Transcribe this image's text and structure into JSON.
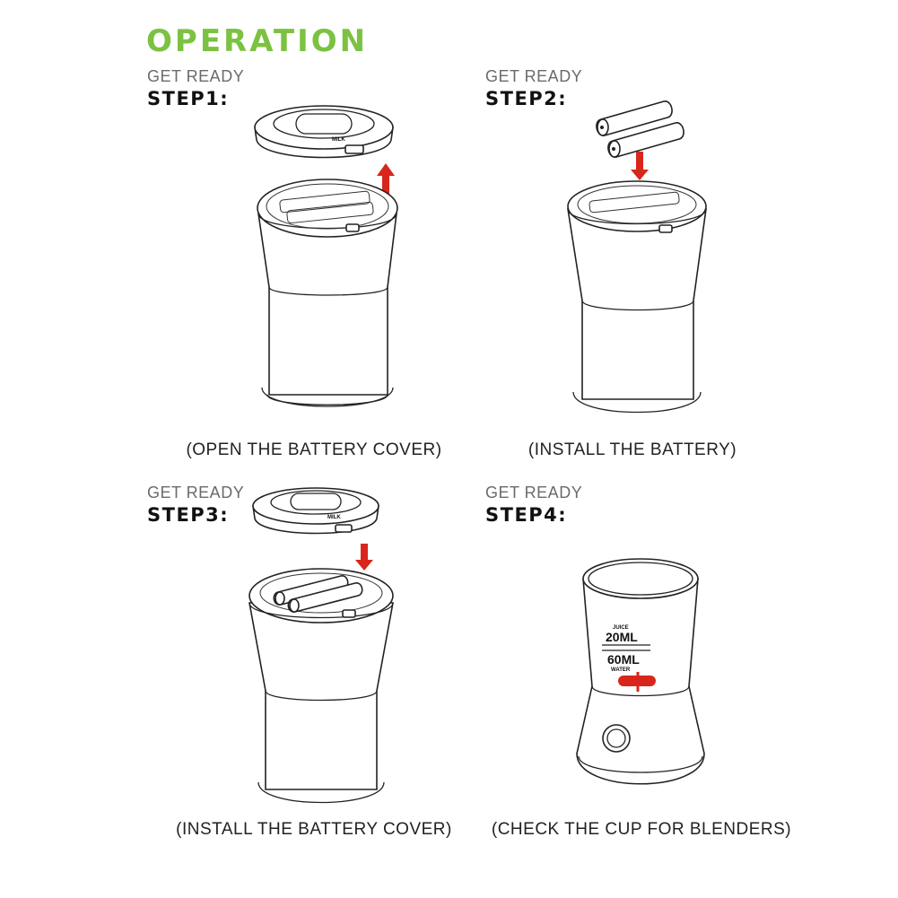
{
  "title": "OPERATION",
  "steps": [
    {
      "ready": "GET READY",
      "step": "STEP1:",
      "caption": "(OPEN THE BATTERY COVER)"
    },
    {
      "ready": "GET READY",
      "step": "STEP2:",
      "caption": "(INSTALL THE BATTERY)"
    },
    {
      "ready": "GET READY",
      "step": "STEP3:",
      "caption": "(INSTALL THE BATTERY COVER)"
    },
    {
      "ready": "GET READY",
      "step": "STEP4:",
      "caption": "(CHECK THE CUP FOR BLENDERS)"
    }
  ],
  "cover_label": "MILK",
  "cup_marks": {
    "juice": "JUICE",
    "juice_ml": "20ML",
    "water_ml": "60ML",
    "water": "WATER"
  },
  "colors": {
    "accent_green": "#7cc242",
    "arrow_red": "#d9261c"
  },
  "icons": [
    "arrow-up-icon",
    "arrow-down-icon",
    "battery-icon",
    "power-button-icon"
  ]
}
